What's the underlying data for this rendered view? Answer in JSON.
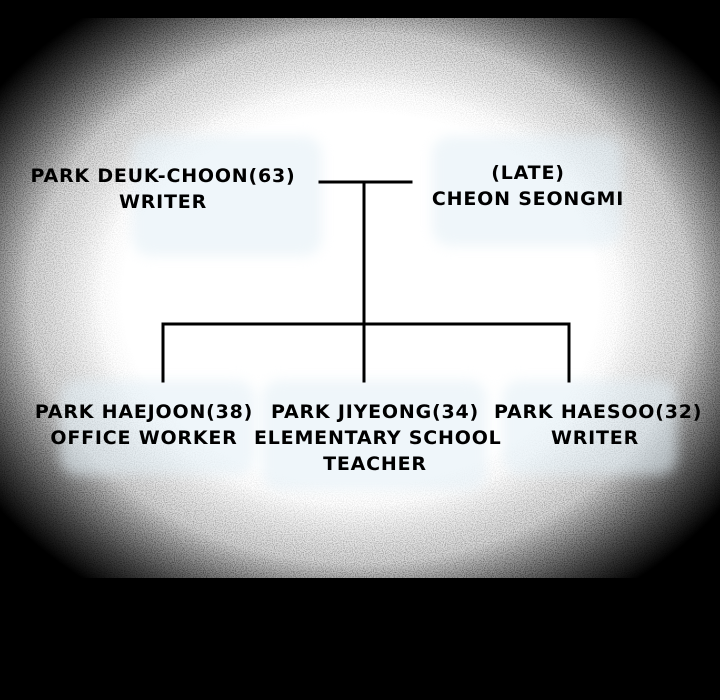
{
  "father": {
    "name": "PARK DEUK-CHOON(63)",
    "occupation": "WRITER"
  },
  "mother": {
    "status": "(LATE)",
    "name": "CHEON SEONGMI"
  },
  "children": [
    {
      "name": "PARK HAEJOON(38)",
      "occupation": "OFFICE WORKER",
      "occupation2": ""
    },
    {
      "name": "PARK JIYEONG(34)",
      "occupation": "ELEMENTARY SCHOOL",
      "occupation2": "TEACHER"
    },
    {
      "name": "PARK HAESOO(32)",
      "occupation": "WRITER",
      "occupation2": ""
    }
  ]
}
